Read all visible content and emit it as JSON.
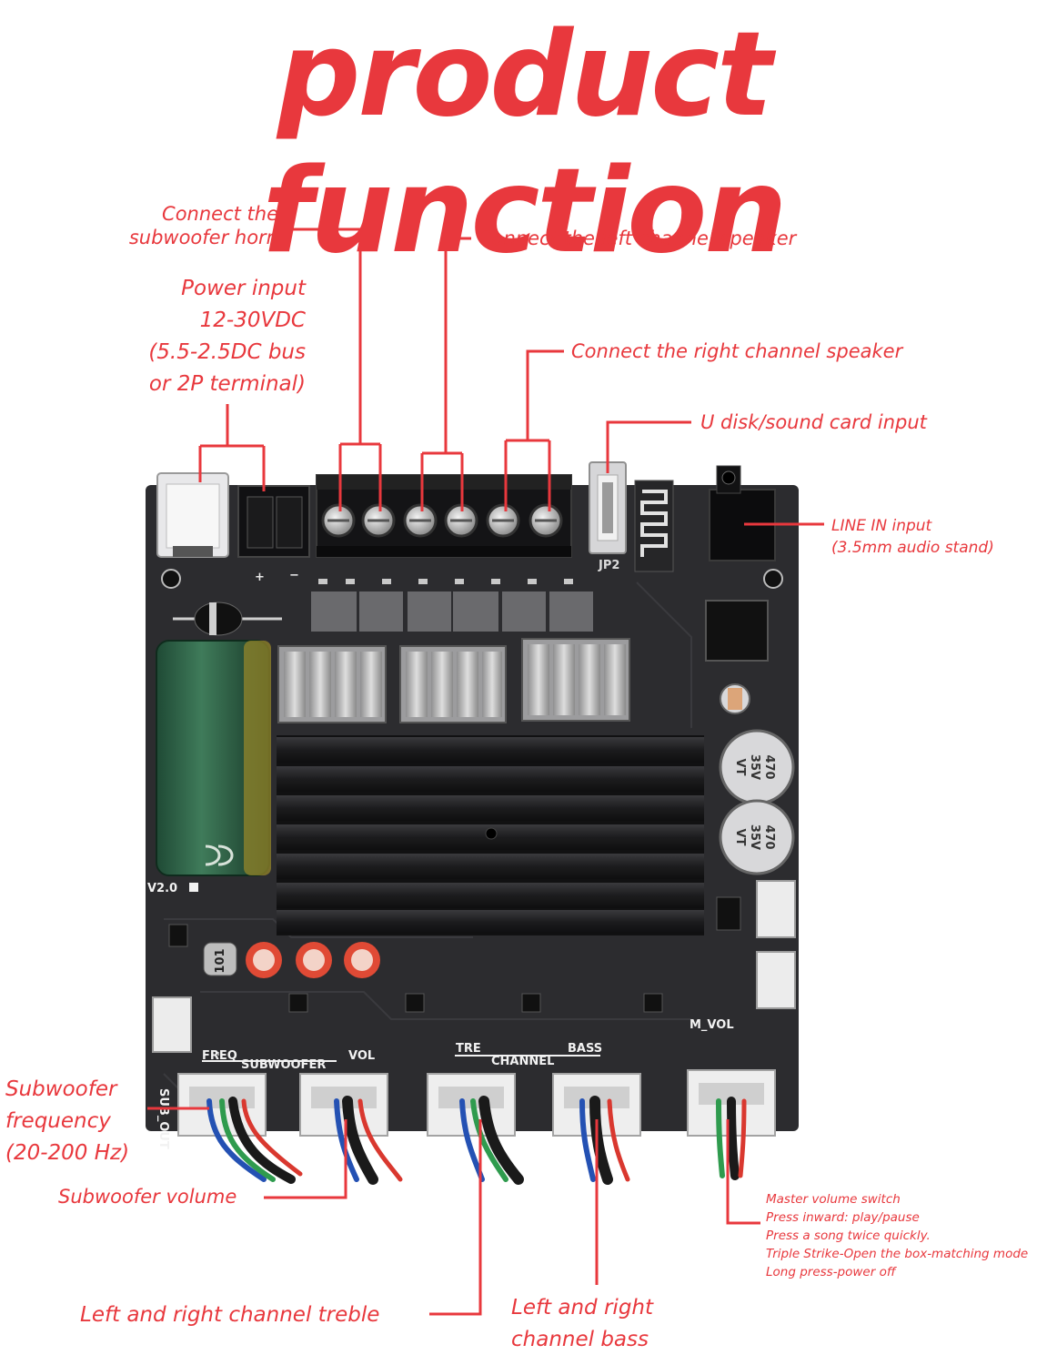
{
  "title": "product function",
  "colors": {
    "accent": "#e8383d",
    "board": "#2a2a2c",
    "heatsink": "#1f1f21"
  },
  "labels": {
    "subwoofer_horn": [
      "Connect the",
      "subwoofer horn"
    ],
    "power_input": [
      "Power input",
      "12-30VDC",
      "(5.5-2.5DC bus",
      "or 2P terminal)"
    ],
    "left_speaker": "Connect the left channel speaker",
    "right_speaker": "Connect the right channel speaker",
    "u_disk": "U disk/sound card input",
    "line_in": [
      "LINE IN input",
      "(3.5mm audio stand)"
    ],
    "sub_freq": [
      "Subwoofer",
      "frequency",
      "(20-200 Hz)"
    ],
    "sub_volume": "Subwoofer volume",
    "master_volume": [
      "Master volume switch",
      "Press inward: play/pause",
      "Press a song twice quickly.",
      "Triple Strike-Open the box-matching mode",
      "Long press-power off"
    ],
    "treble": "Left and right channel treble",
    "bass": [
      "Left and right",
      "channel bass"
    ]
  },
  "silkscreen": {
    "version": "V2.0",
    "freq": "FREQ",
    "subwoofer": "SUBWOOFER",
    "vol": "VOL",
    "tre": "TRE",
    "channel": "CHANNEL",
    "bass": "BASS",
    "m_vol": "M_VOL",
    "sub_out": "SUB_OUT",
    "jp2": "JP2",
    "plus": "+",
    "minus": "−"
  },
  "components": {
    "capacitor_text": [
      "470",
      "35V",
      "VT"
    ],
    "inductor_text": "101"
  },
  "icons": [
    "screw-terminal-icon",
    "potentiometer-knob-icon",
    "capacitor-icon",
    "heatsink-icon",
    "usb-port-icon",
    "audio-jack-icon",
    "bluetooth-antenna-icon"
  ]
}
